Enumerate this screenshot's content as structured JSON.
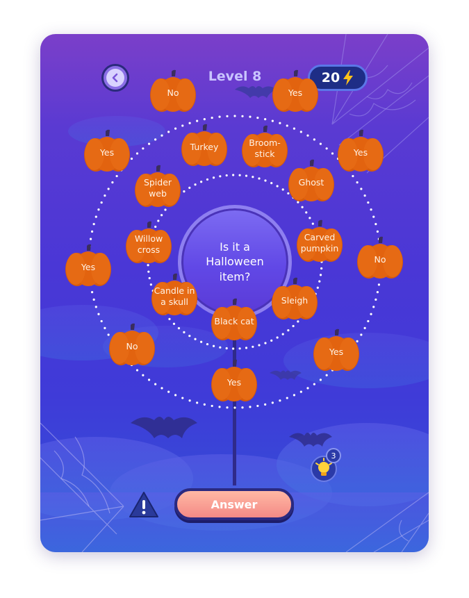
{
  "header": {
    "level_title": "Level 8",
    "energy_count": "20",
    "energy_icon": "lightning-icon",
    "back_icon": "chevron-left-icon"
  },
  "question": "Is it a Halloween item?",
  "answer_button": "Answer",
  "hint": {
    "icon": "lightbulb-icon",
    "count": "3"
  },
  "report_icon": "warning-icon",
  "inner_ring": [
    "Turkey",
    "Broom-\nstick",
    "Ghost",
    "Carved\npumpkin",
    "Sleigh",
    "Black cat",
    "Candle in\na skull",
    "Willow\ncross",
    "Spider\nweb"
  ],
  "outer_ring": [
    "No",
    "Yes",
    "Yes",
    "No",
    "Yes",
    "Yes",
    "No",
    "Yes",
    "Yes"
  ],
  "colors": {
    "pumpkin": "#e2630f",
    "stem": "#3a2d5e",
    "bg_top": "#7b3fc9",
    "bg_bottom": "#2f55d6",
    "answer": "#f48a86"
  }
}
